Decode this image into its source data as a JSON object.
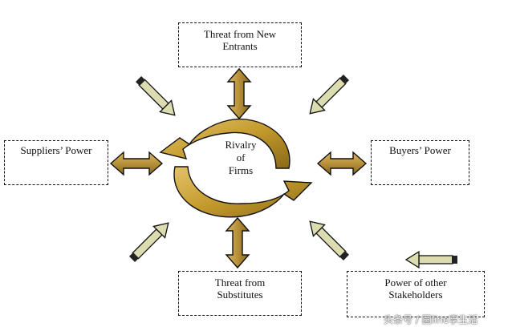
{
  "boxes": {
    "new_entrants": {
      "line1": "Threat from New",
      "line2": "Entrants"
    },
    "suppliers": {
      "line1": "Suppliers’ Power"
    },
    "buyers": {
      "line1": "Buyers’ Power"
    },
    "substitutes": {
      "line1": "Threat from",
      "line2": "Substitutes"
    },
    "stakeholders": {
      "line1": "Power of other",
      "line2": "Stakeholders"
    }
  },
  "center": {
    "line1": "Rivalry",
    "line2": "of",
    "line3": "Firms"
  },
  "watermark": "头条号 / 圆line享生活",
  "colors": {
    "cycle_arrow": "#c49a2c",
    "double_arrow": "#b8903a",
    "pencil_body": "#dcdcb0",
    "outline": "#111111"
  }
}
